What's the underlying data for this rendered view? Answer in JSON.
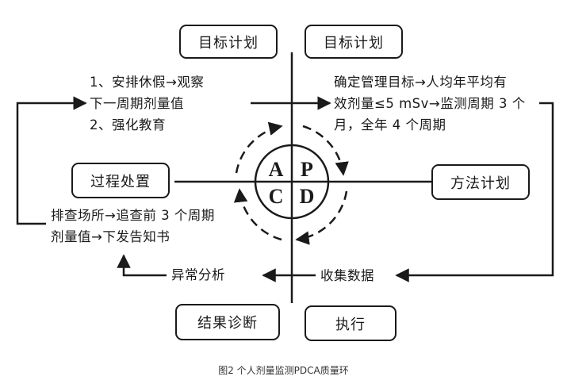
{
  "boxes": {
    "target_plan_left": "目标计划",
    "target_plan_right": "目标计划",
    "process_handling": "过程处置",
    "method_plan": "方法计划",
    "result_diagnosis": "结果诊断",
    "execute": "执行"
  },
  "texts": {
    "tl_line1": "1、安排休假→观察",
    "tl_line2": "下一周期剂量值",
    "tl_line3": "2、强化教育",
    "tr_line1": "确定管理目标→人均年平均有",
    "tr_line2": "效剂量≤5 mSv→监测周期 3 个",
    "tr_line3": "月，全年 4 个周期",
    "ml_line1": "排查场所→追查前 3 个周期",
    "ml_line2": "剂量值→下发告知书",
    "anomaly": "异常分析",
    "collect": "收集数据"
  },
  "pdca": {
    "a": "A",
    "p": "P",
    "c": "C",
    "d": "D"
  },
  "caption": "图2 个人剂量监测PDCA质量环"
}
